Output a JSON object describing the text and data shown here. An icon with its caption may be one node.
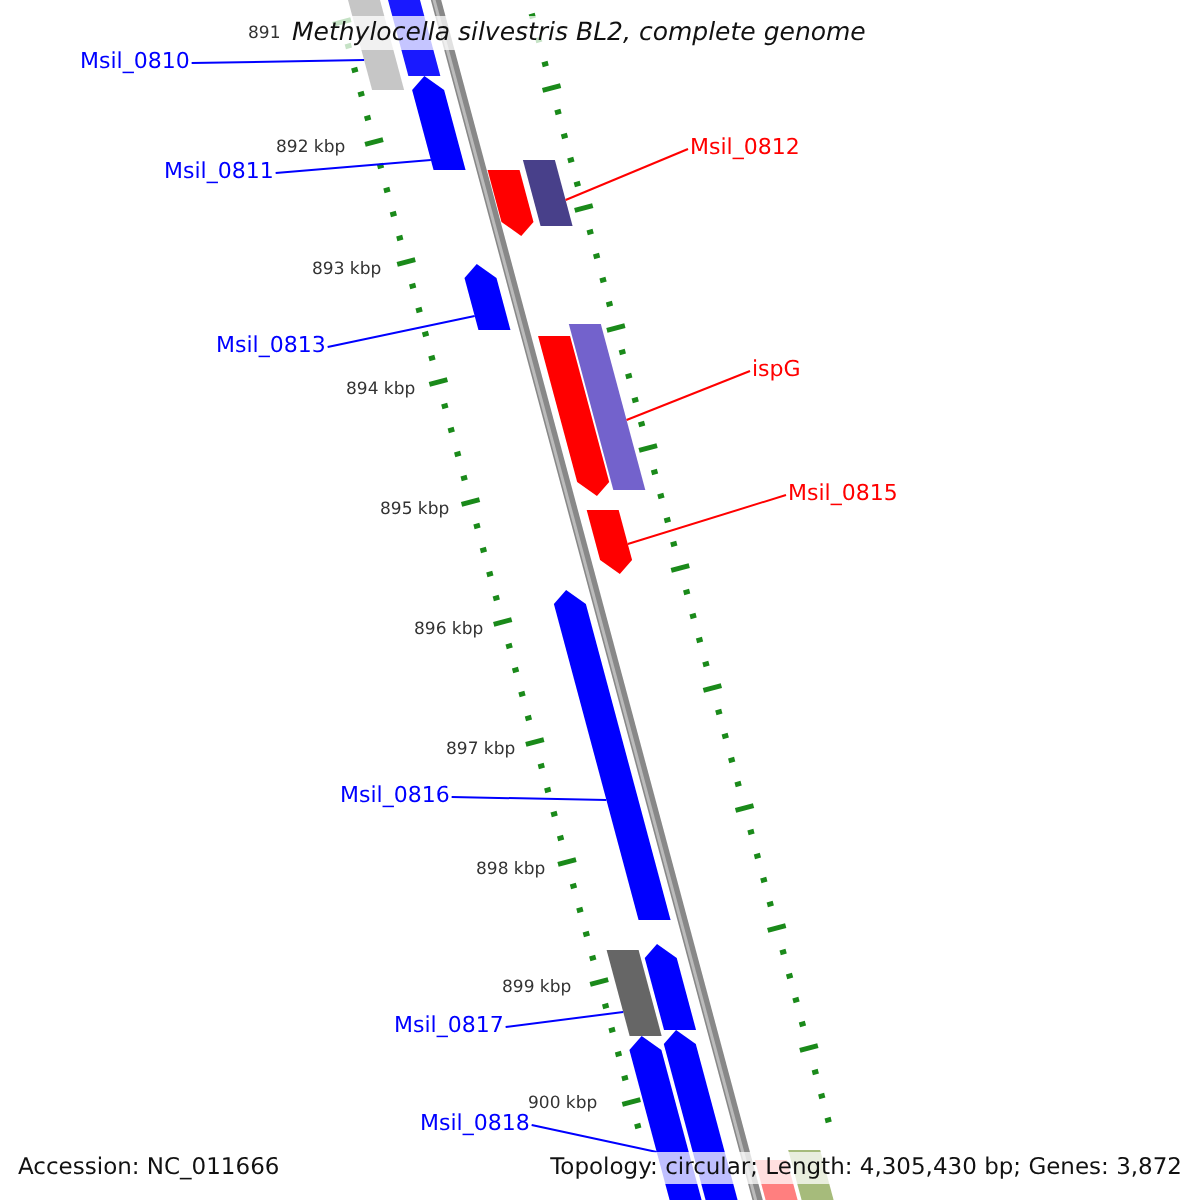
{
  "diagram": {
    "title": "Methylocella silvestris BL2, complete genome",
    "nodes": [
      {
        "text": [],
        "shape": "bar"
      },
      {
        "text": [],
        "shape": "bar"
      },
      {
        "text": [],
        "shape": "bar"
      },
      {
        "text": [],
        "shape": "bar"
      },
      {
        "text": [],
        "shape": "bar"
      },
      {
        "text": [],
        "shape": "bar"
      },
      {
        "text": [],
        "shape": "bar"
      },
      {
        "text": [],
        "shape": "bar"
      },
      {
        "text": [],
        "shape": "bar"
      },
      {
        "text": [],
        "shape": "bar"
      },
      {
        "text": [],
        "shape": "bar"
      },
      {
        "text": [],
        "shape": "bar"
      },
      {
        "text": [],
        "shape": "bar"
      },
      {
        "text": [],
        "shape": "bar"
      },
      {
        "text": [],
        "shape": "bar"
      },
      {
        "text": [],
        "shape": "bar"
      },
      {
        "text": [
          "Msil_0810"
        ]
      },
      {
        "text": [
          "Msil_0811"
        ]
      },
      {
        "text": [
          "Msil_0812"
        ]
      },
      {
        "text": [
          "Msil_0813"
        ]
      },
      {
        "text": [
          "ispG"
        ]
      },
      {
        "text": [
          "Msil_0815"
        ]
      },
      {
        "text": [
          "Msil_0816"
        ]
      },
      {
        "text": [
          "Msil_0817"
        ]
      },
      {
        "text": [
          "Msil_0818"
        ]
      }
    ],
    "edges": [
      {
        "from": 16,
        "to": 0,
        "arrow": "none"
      },
      {
        "from": 17,
        "to": 2,
        "arrow": "none"
      },
      {
        "from": 18,
        "to": 4,
        "arrow": "none",
        "color": "#ff0000"
      },
      {
        "from": 19,
        "to": 5,
        "arrow": "none"
      },
      {
        "from": 20,
        "to": 7,
        "arrow": "none",
        "color": "#ff0000"
      },
      {
        "from": 21,
        "to": 8,
        "arrow": "none",
        "color": "#ff0000"
      },
      {
        "from": 22,
        "to": 9,
        "arrow": "none"
      },
      {
        "from": 23,
        "to": 10,
        "arrow": "none"
      },
      {
        "from": 24,
        "to": 12,
        "arrow": "none"
      }
    ],
    "labels": [
      "891",
      "892 kbp",
      "893 kbp",
      "894 kbp",
      "895 kbp",
      "896 kbp",
      "897 kbp",
      "898 kbp",
      "899 kbp",
      "900 kbp",
      "Accession: NC_011666",
      "Topology: circular; Length: 4,305,430 bp; Genes: 3,872"
    ]
  }
}
